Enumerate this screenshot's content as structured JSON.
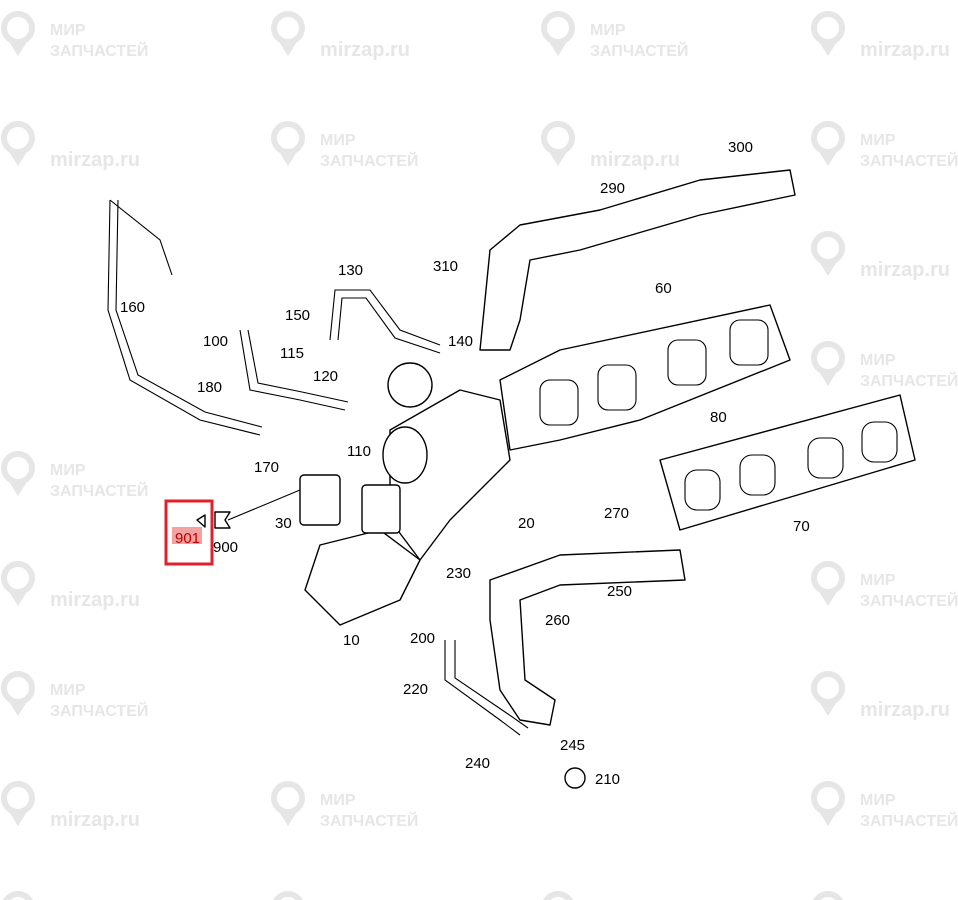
{
  "watermark": {
    "brand_line1": "МИР",
    "brand_line2": "ЗАПЧАСТЕЙ",
    "site": "mirzap.ru"
  },
  "highlight": {
    "part_number": "901",
    "color": "#e0202a"
  },
  "part_labels": [
    "300",
    "290",
    "160",
    "130",
    "310",
    "60",
    "150",
    "100",
    "115",
    "140",
    "120",
    "180",
    "80",
    "110",
    "170",
    "30",
    "20",
    "270",
    "70",
    "901",
    "900",
    "230",
    "250",
    "260",
    "200",
    "10",
    "220",
    "245",
    "240",
    "210"
  ]
}
